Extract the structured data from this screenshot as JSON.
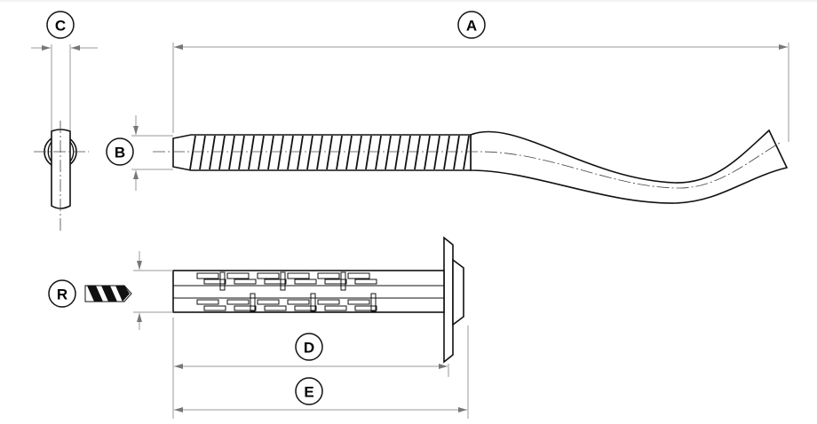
{
  "labels": {
    "A": "A",
    "B": "B",
    "C": "C",
    "D": "D",
    "E": "E",
    "R": "R"
  },
  "colors": {
    "line": "#111111",
    "dimension": "#999999"
  }
}
